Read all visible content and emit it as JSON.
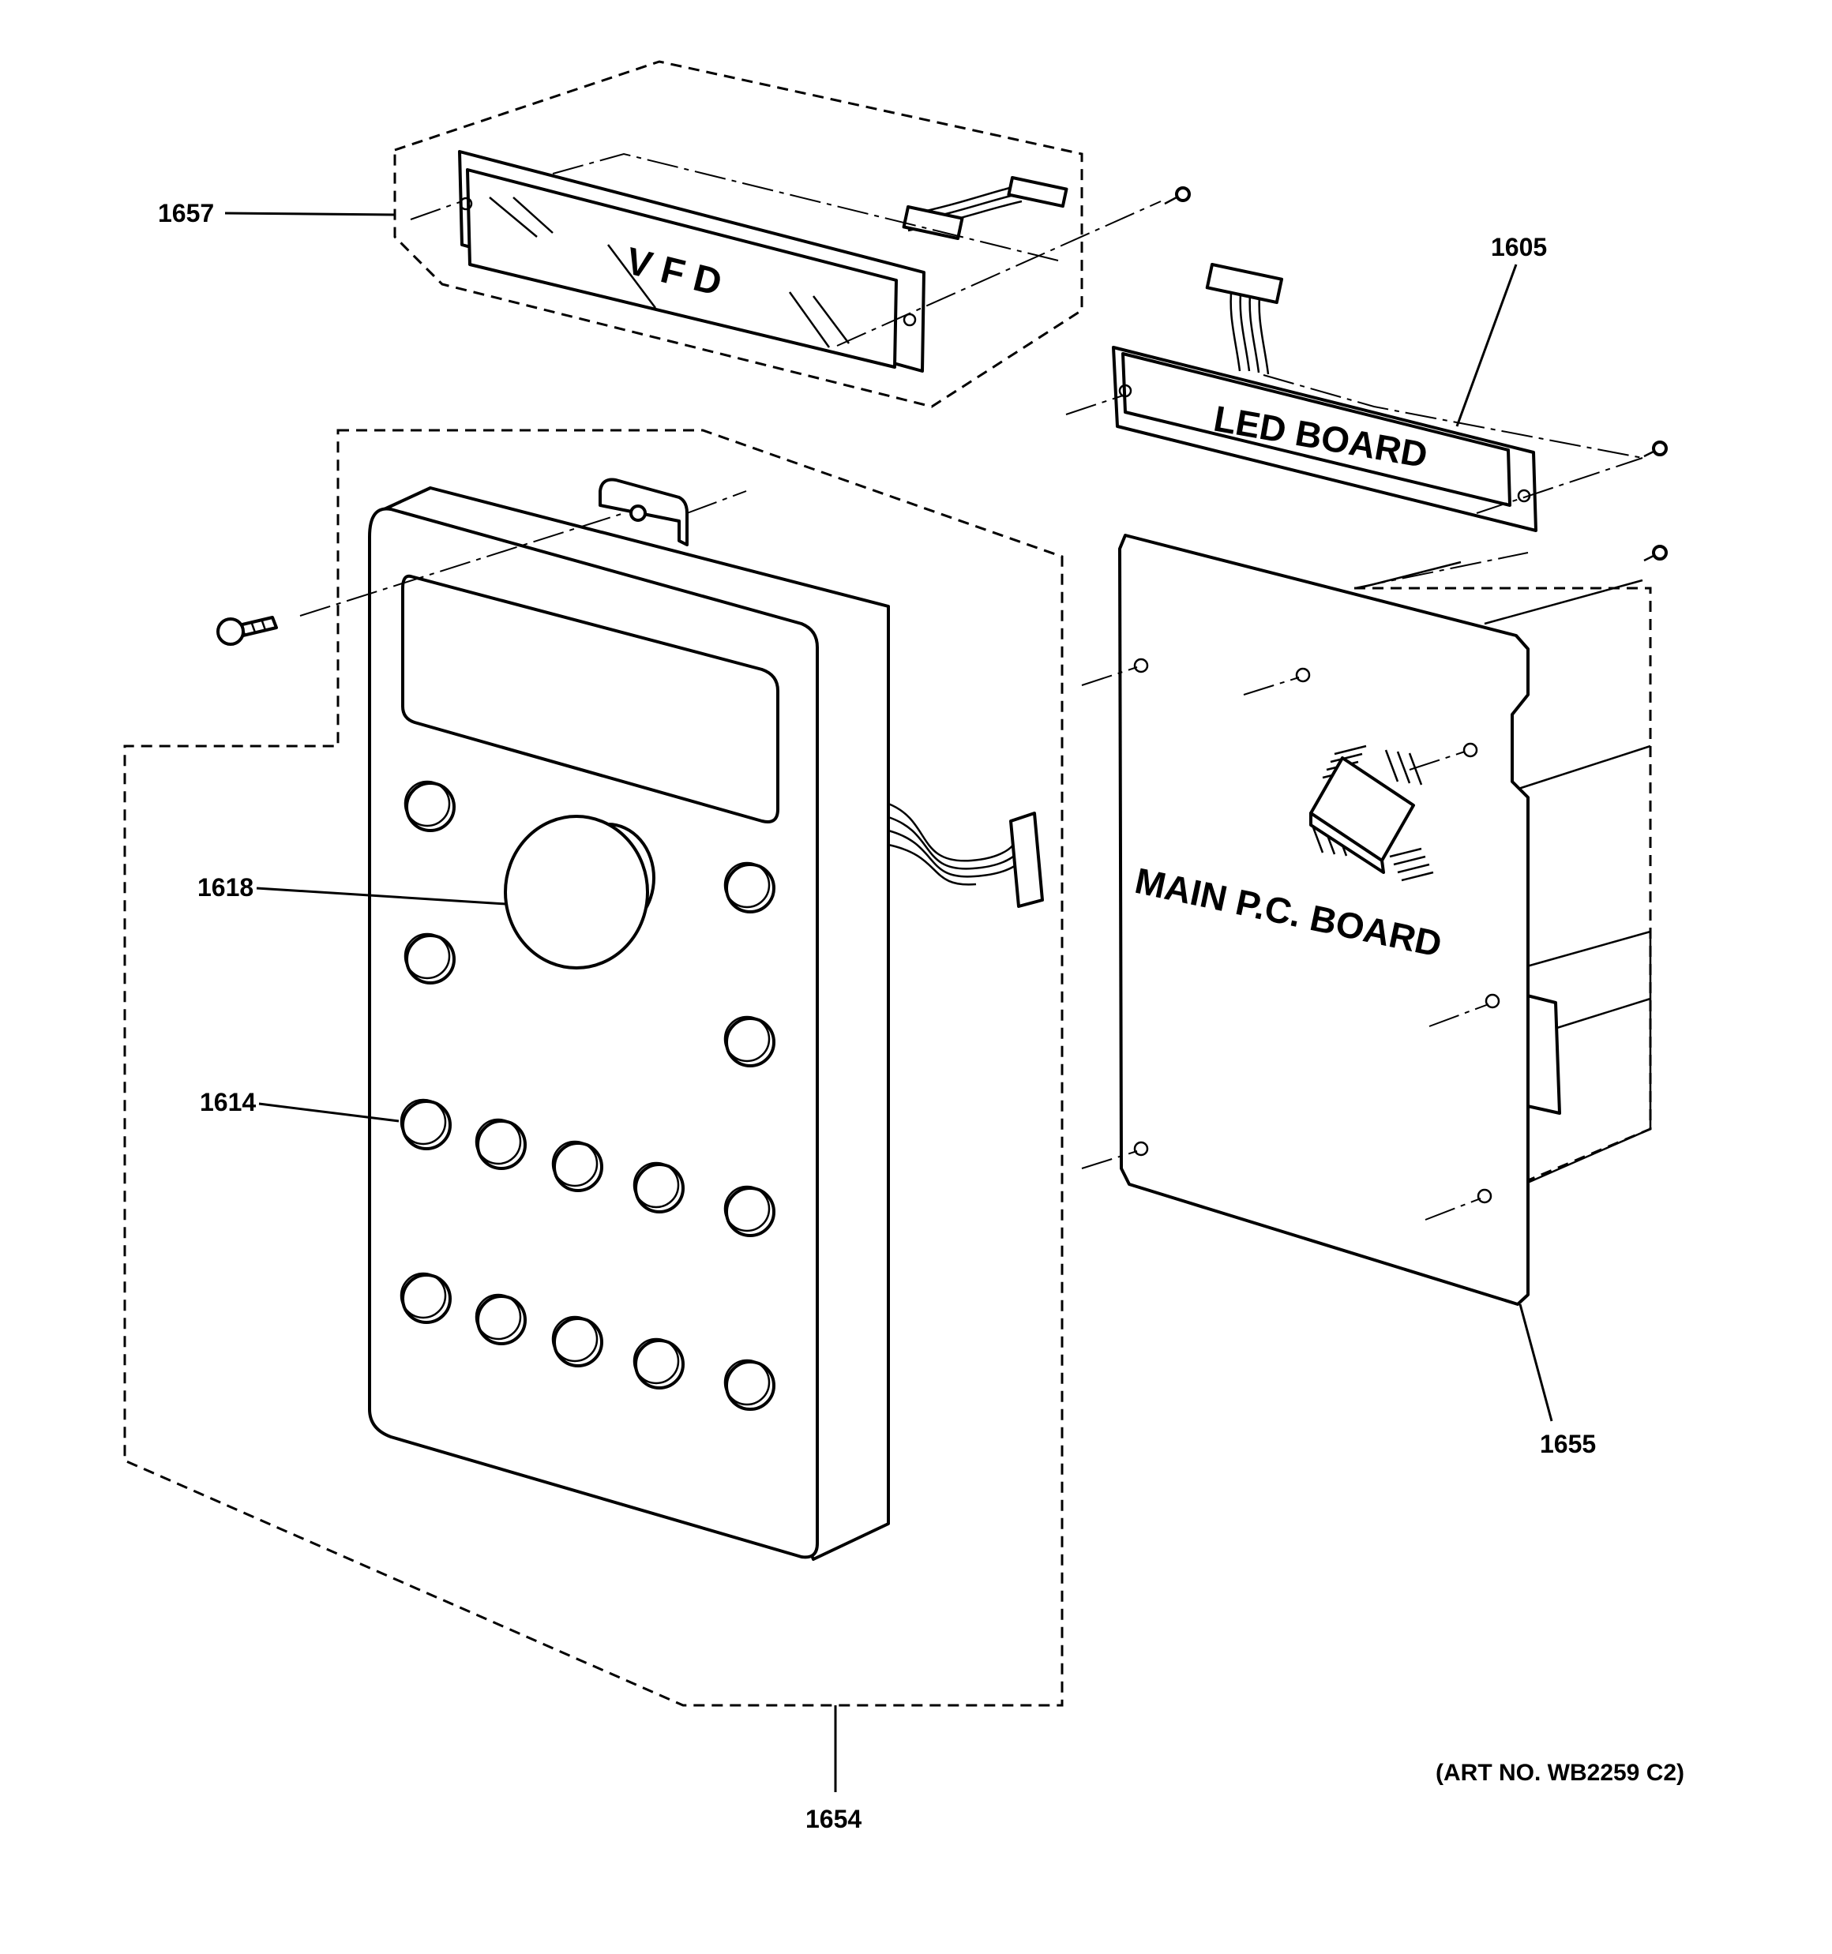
{
  "callouts": {
    "c1657": "1657",
    "c1605": "1605",
    "c1618": "1618",
    "c1614": "1614",
    "c1655": "1655",
    "c1654": "1654"
  },
  "board_labels": {
    "vfd": "V  F  D",
    "led_board": "LED  BOARD",
    "main_pc_board": "MAIN  P.C.  BOARD"
  },
  "art_number": "(ART NO. WB2259 C2)"
}
